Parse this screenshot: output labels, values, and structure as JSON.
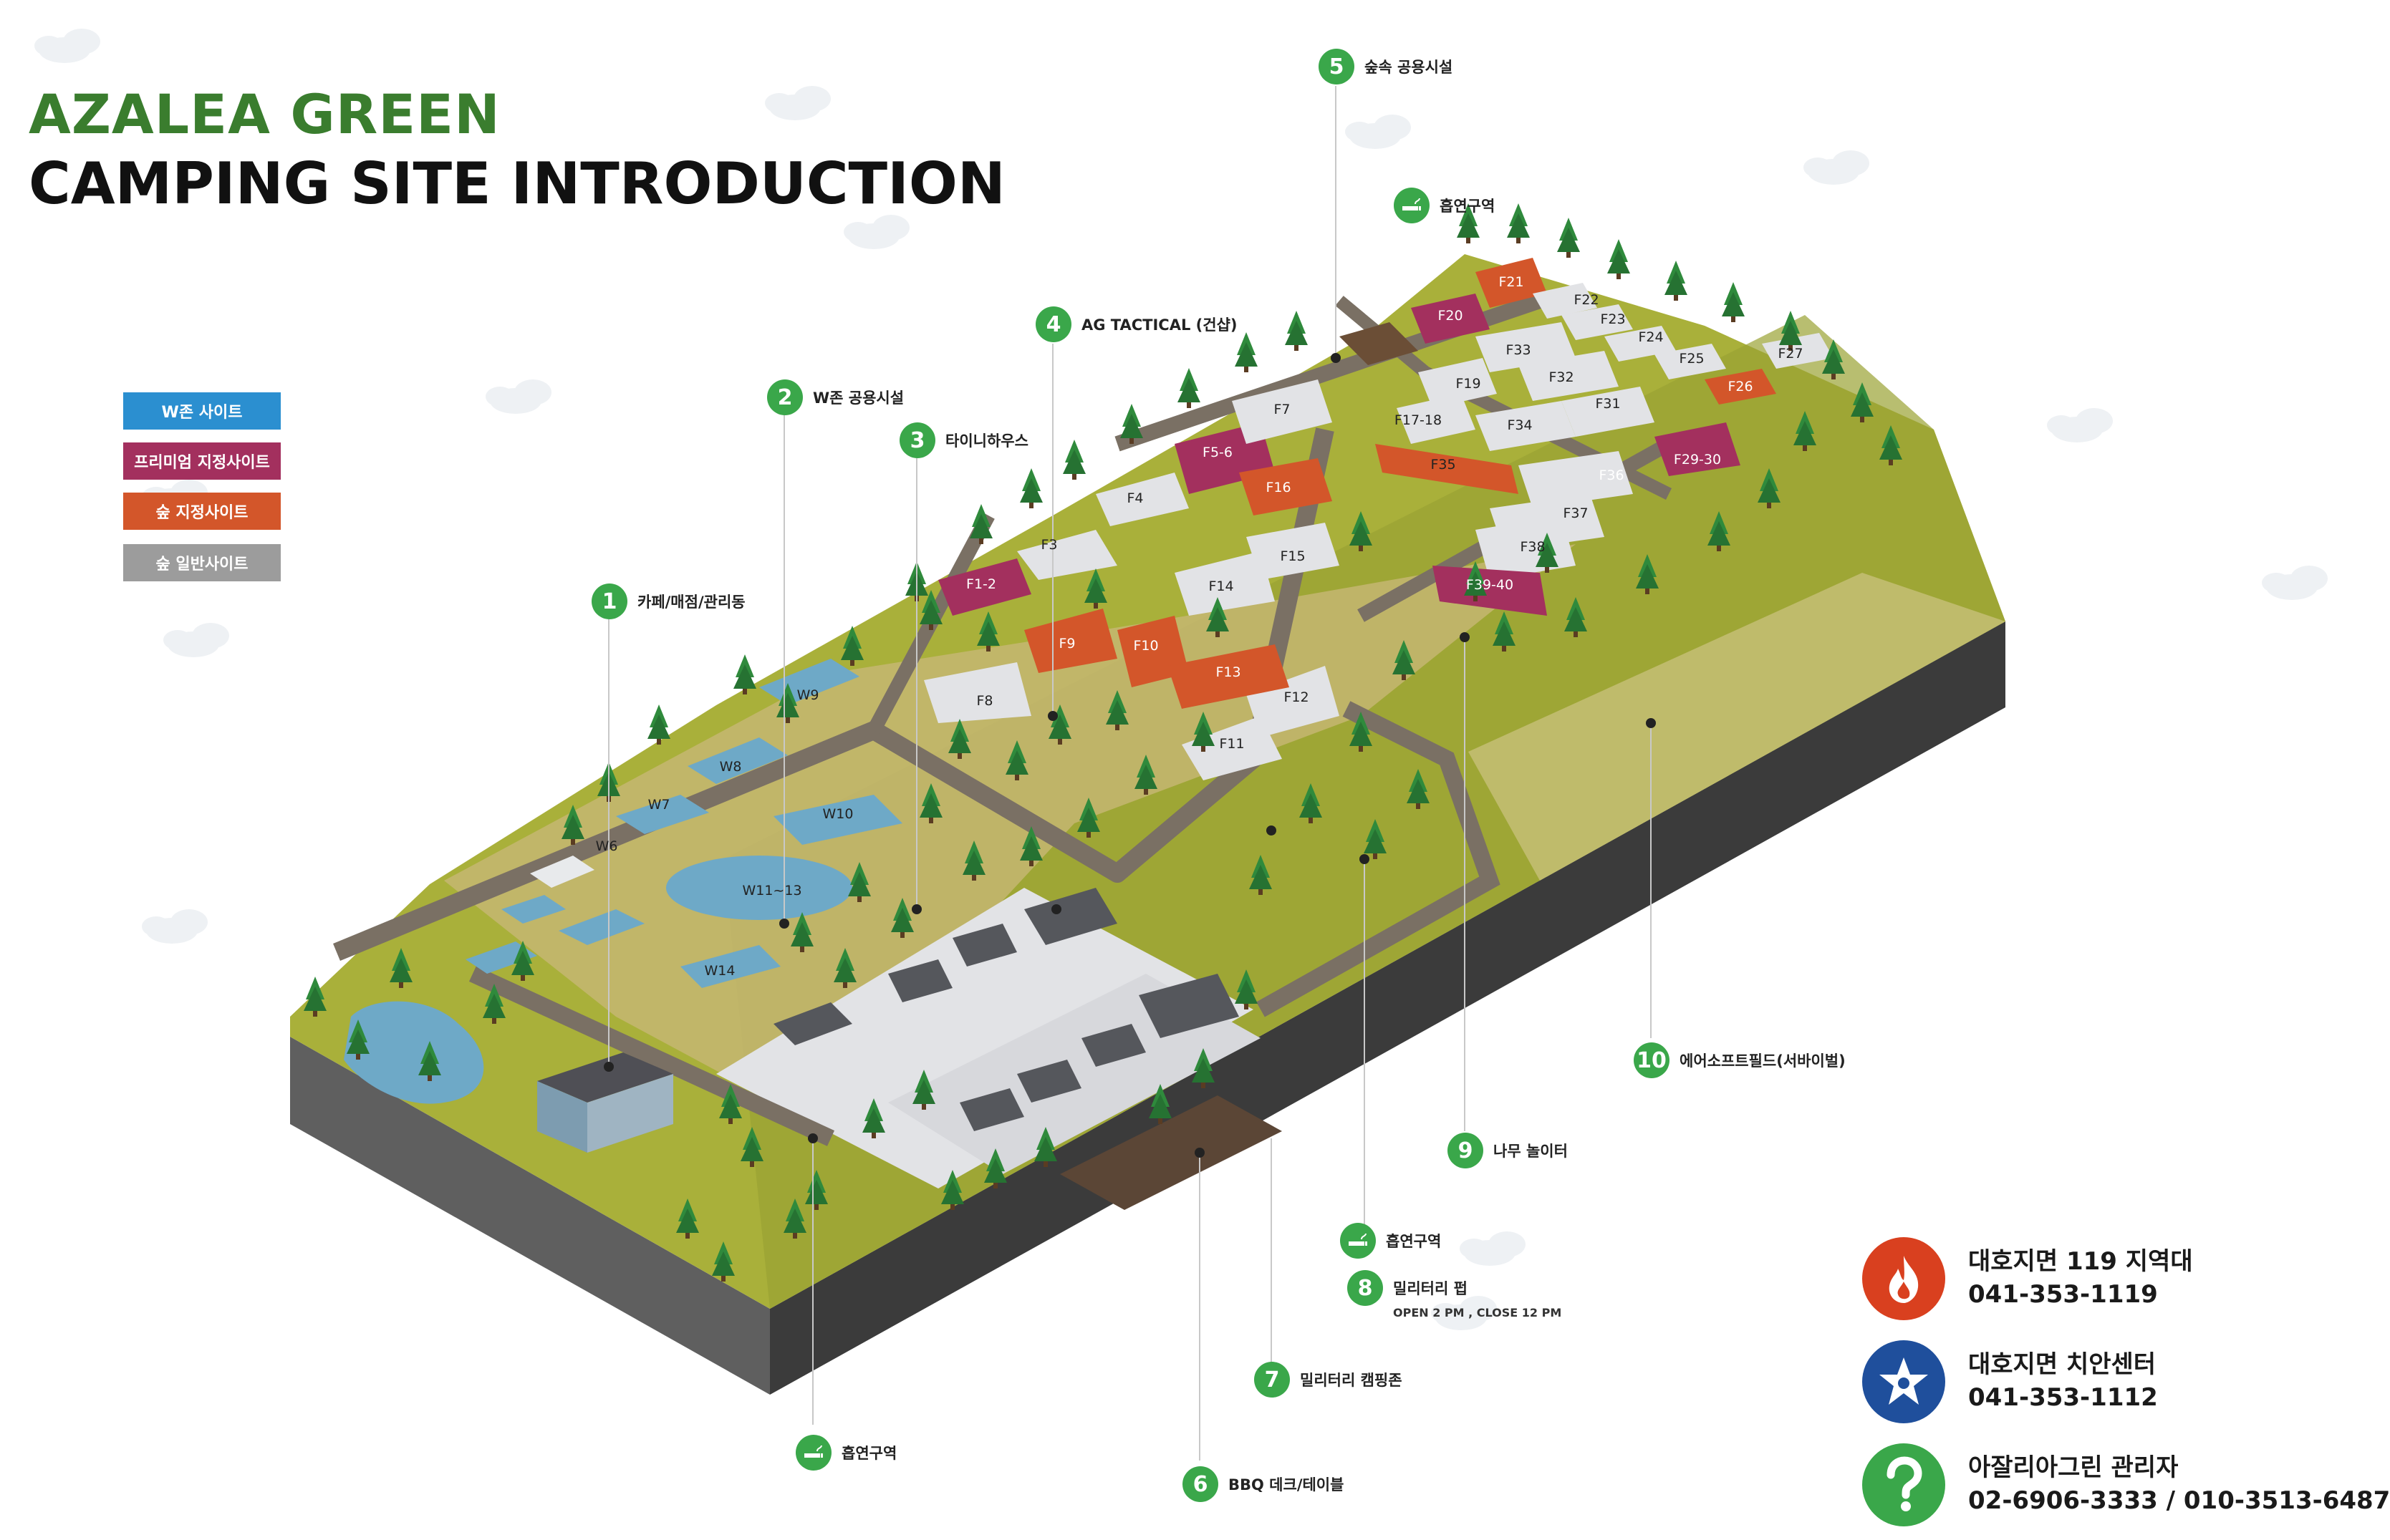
{
  "title": {
    "line1": "AZALEA GREEN",
    "line2": "CAMPING SITE INTRODUCTION"
  },
  "legend": [
    {
      "label": "W존 사이트",
      "color": "#2b8fd0"
    },
    {
      "label": "프리미엄 지정사이트",
      "color": "#a3305e"
    },
    {
      "label": "숲 지정사이트",
      "color": "#d3562a"
    },
    {
      "label": "숲 일반사이트",
      "color": "#9c9c9c"
    }
  ],
  "callouts": [
    {
      "num": "1",
      "label": "카페/매점/관리동"
    },
    {
      "num": "2",
      "label": "W존 공용시설"
    },
    {
      "num": "3",
      "label": "타이니하우스"
    },
    {
      "num": "4",
      "label": "AG TACTICAL (건샵)"
    },
    {
      "num": "5",
      "label": "숲속 공용시설"
    },
    {
      "num": "6",
      "label": "BBQ 데크/테이블"
    },
    {
      "num": "7",
      "label": "밀리터리 캠핑존"
    },
    {
      "num": "8",
      "label": "밀리터리 펍",
      "sub": "OPEN 2 PM , CLOSE 12 PM"
    },
    {
      "num": "9",
      "label": "나무 놀이터"
    },
    {
      "num": "10",
      "label": "에어소프트필드(서바이벌)"
    }
  ],
  "smoking": [
    {
      "label": "흡연구역",
      "icon": "smoking-icon"
    },
    {
      "label": "흡연구역",
      "icon": "smoking-icon"
    },
    {
      "label": "흡연구역",
      "icon": "smoking-icon"
    }
  ],
  "sites": {
    "w": [
      "W6",
      "W7",
      "W8",
      "W9",
      "W10",
      "W11~13",
      "W14"
    ],
    "forest": [
      "F1-2",
      "F3",
      "F4",
      "F5-6",
      "F7",
      "F8",
      "F9",
      "F10",
      "F11",
      "F12",
      "F13",
      "F14",
      "F15",
      "F16",
      "F17-18",
      "F19",
      "F20",
      "F21",
      "F22",
      "F23",
      "F24",
      "F25",
      "F26",
      "F27",
      "F29-30",
      "F31",
      "F32",
      "F33",
      "F34",
      "F35",
      "F36",
      "F37",
      "F38",
      "F39-40"
    ]
  },
  "contacts": [
    {
      "name": "대호지면 119 지역대",
      "phone": "041-353-1119",
      "color": "#d9401f",
      "icon": "fire-icon"
    },
    {
      "name": "대호지면 치안센터",
      "phone": "041-353-1112",
      "color": "#1f4f9c",
      "icon": "police-star-icon"
    },
    {
      "name": "아잘리아그린 관리자",
      "phone": "02-6906-3333 / 010-3513-6487",
      "color": "#3aa74a",
      "icon": "question-icon"
    }
  ]
}
